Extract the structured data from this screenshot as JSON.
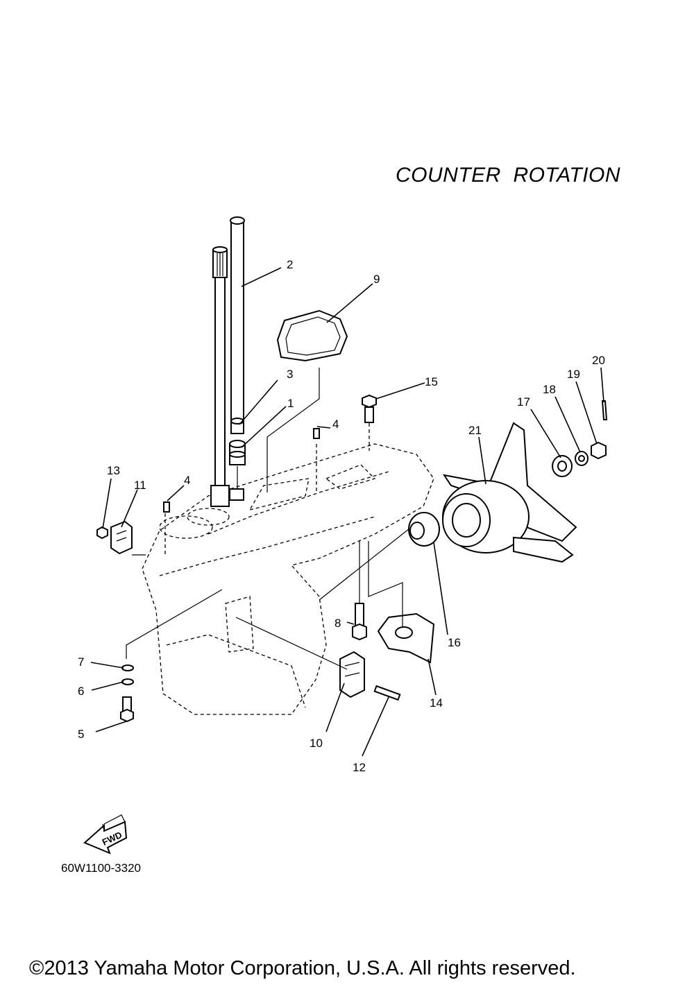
{
  "heading": "COUNTER  ROTATION",
  "ref_code": "60W1100-3320",
  "copyright": "©2013 Yamaha Motor Corporation, U.S.A. All rights reserved.",
  "fwd_label": "FWD",
  "callouts": [
    "1",
    "2",
    "3",
    "4",
    "4",
    "5",
    "6",
    "7",
    "8",
    "9",
    "10",
    "11",
    "12",
    "13",
    "14",
    "15",
    "16",
    "17",
    "18",
    "19",
    "20",
    "21"
  ]
}
